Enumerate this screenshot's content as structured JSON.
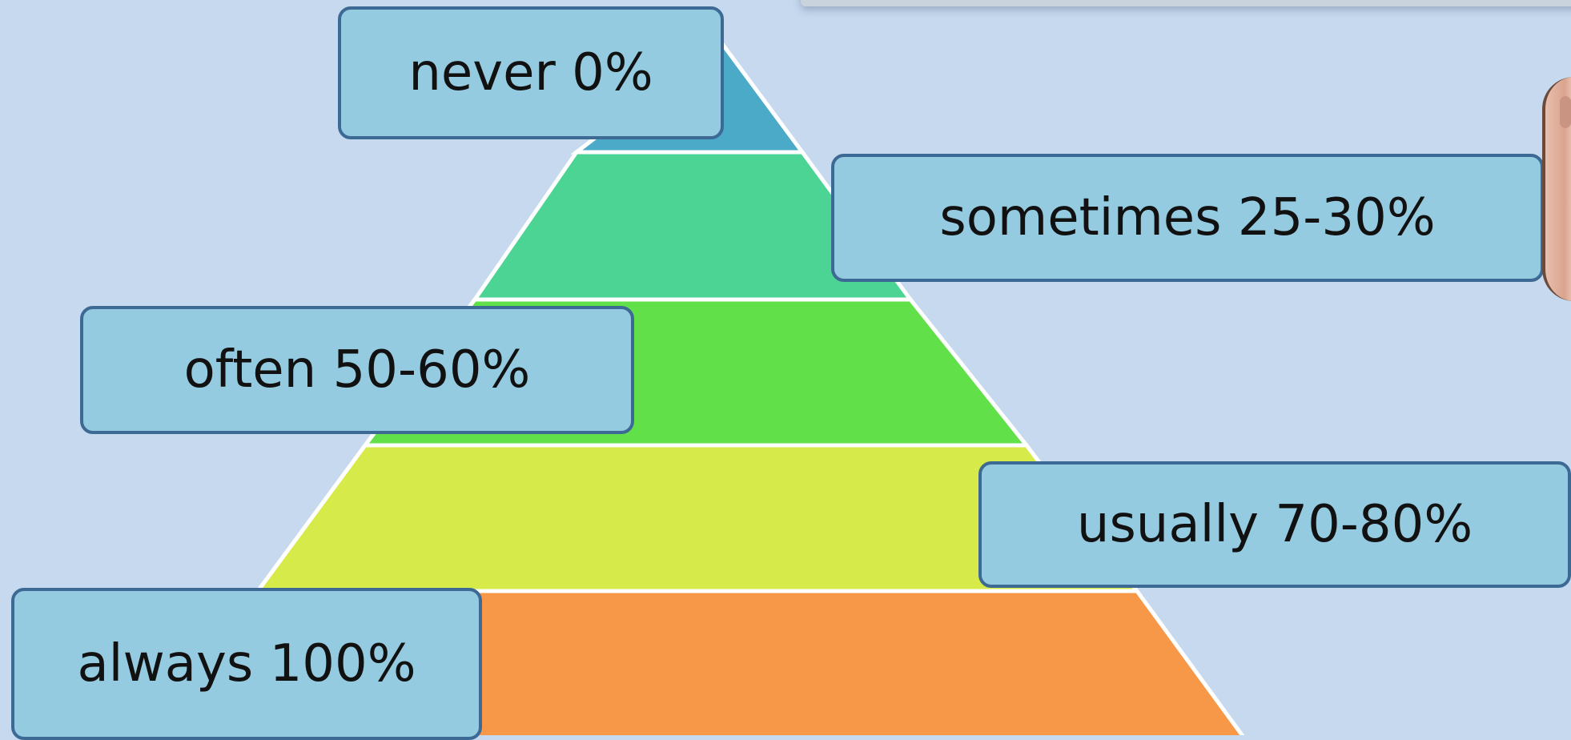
{
  "pyramid": {
    "levels": [
      {
        "label": "never 0%",
        "color": "#4aaac8"
      },
      {
        "label": "sometimes 25-30%",
        "color": "#4bd494"
      },
      {
        "label": "often 50-60%",
        "color": "#62e04a"
      },
      {
        "label": "usually 70-80%",
        "color": "#d6ea4a"
      },
      {
        "label": "always 100%",
        "color": "#f79748"
      }
    ]
  },
  "colors": {
    "background": "#c6d9ef",
    "label_fill": "#95cbe0",
    "label_border": "#3d6a94"
  }
}
